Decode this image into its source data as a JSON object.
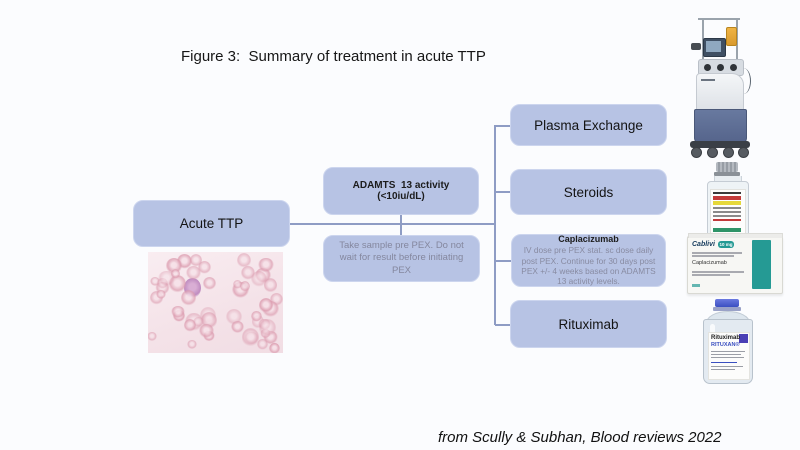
{
  "title": "Figure 3:  Summary of treatment in acute TTP",
  "footer": "from Scully & Subhan, Blood reviews 2022",
  "colors": {
    "background": "#fbfcfe",
    "box_fill": "#b7c3e4",
    "box_border": "#ccd5ee",
    "connector_line": "#8e9cc4",
    "note_text": "#84879e",
    "cablivi_teal": "#259a94",
    "rituxan_blue": "#3b4fc1"
  },
  "flowchart": {
    "root": {
      "label": "Acute TTP"
    },
    "test": {
      "label": "ADAMTS  13 activity (<10iu/dL)"
    },
    "note": {
      "label": "Take sample pre PEX. Do not wait for result before initiating PEX"
    },
    "plasma": {
      "label": "Plasma Exchange"
    },
    "steroids": {
      "label": "Steroids"
    },
    "caplacizumab": {
      "title": "Caplacizumab",
      "body": "IV dose pre PEX stat. sc dose daily post PEX. Continue for 30 days post PEX +/- 4 weeks based on ADAMTS  13 activity levels."
    },
    "rituximab": {
      "label": "Rituximab"
    }
  },
  "packaging": {
    "cablivi_brand": "Cablivi",
    "cablivi_dose": "10 mg",
    "cablivi_generic": "Caplacizumab",
    "rituxan_generic": "Rituximab",
    "rituxan_brand": "RITUXAN®"
  },
  "images": {
    "blood_smear": "blood film micrograph",
    "machine": "plasma exchange (apheresis) machine",
    "steroid_vial": "methylprednisolone steroid vial",
    "cablivi_box": "Cablivi (caplacizumab) carton",
    "rituxan_vial": "Rituxan (rituximab) vial"
  }
}
